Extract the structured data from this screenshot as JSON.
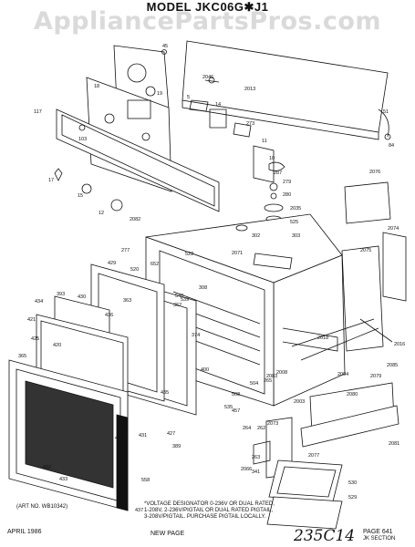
{
  "header": {
    "watermark": "AppliancePartsPros.com",
    "model_title": "MODEL JKC06G✱J1"
  },
  "callouts": [
    {
      "id": "45"
    },
    {
      "id": "2046"
    },
    {
      "id": "2013"
    },
    {
      "id": "18"
    },
    {
      "id": "19"
    },
    {
      "id": "5"
    },
    {
      "id": "14"
    },
    {
      "id": "273"
    },
    {
      "id": "10"
    },
    {
      "id": "11"
    },
    {
      "id": "51"
    },
    {
      "id": "84"
    },
    {
      "id": "117"
    },
    {
      "id": "103"
    },
    {
      "id": "287"
    },
    {
      "id": "279"
    },
    {
      "id": "280"
    },
    {
      "id": "2035"
    },
    {
      "id": "17"
    },
    {
      "id": "15"
    },
    {
      "id": "12"
    },
    {
      "id": "2076"
    },
    {
      "id": "525"
    },
    {
      "id": "2082"
    },
    {
      "id": "302"
    },
    {
      "id": "303"
    },
    {
      "id": "2074"
    },
    {
      "id": "277"
    },
    {
      "id": "522"
    },
    {
      "id": "2071"
    },
    {
      "id": "2075"
    },
    {
      "id": "429"
    },
    {
      "id": "520"
    },
    {
      "id": "652"
    },
    {
      "id": "393"
    },
    {
      "id": "430"
    },
    {
      "id": "540"
    },
    {
      "id": "539"
    },
    {
      "id": "362"
    },
    {
      "id": "308"
    },
    {
      "id": "434"
    },
    {
      "id": "363"
    },
    {
      "id": "421"
    },
    {
      "id": "436"
    },
    {
      "id": "374"
    },
    {
      "id": "425"
    },
    {
      "id": "420"
    },
    {
      "id": "2018"
    },
    {
      "id": "2016"
    },
    {
      "id": "365"
    },
    {
      "id": "400"
    },
    {
      "id": "2008"
    },
    {
      "id": "2004"
    },
    {
      "id": "2085"
    },
    {
      "id": "2079"
    },
    {
      "id": "2003"
    },
    {
      "id": "2083"
    },
    {
      "id": "2080"
    },
    {
      "id": "504"
    },
    {
      "id": "265"
    },
    {
      "id": "435"
    },
    {
      "id": "508"
    },
    {
      "id": "535"
    },
    {
      "id": "457"
    },
    {
      "id": "433"
    },
    {
      "id": "427"
    },
    {
      "id": "389"
    },
    {
      "id": "264"
    },
    {
      "id": "262"
    },
    {
      "id": "2073"
    },
    {
      "id": "2081"
    },
    {
      "id": "431"
    },
    {
      "id": "263"
    },
    {
      "id": "2077"
    },
    {
      "id": "2066"
    },
    {
      "id": "341"
    },
    {
      "id": "432"
    },
    {
      "id": "433"
    },
    {
      "id": "558"
    },
    {
      "id": "530"
    },
    {
      "id": "529"
    },
    {
      "id": "437"
    }
  ],
  "notes": {
    "art_no": "(ART NO. WB10342)",
    "voltage_lines": [
      "*VOLTAGE DESIGNATOR 0-236V OR DUAL RATED,",
      "1-208V, 2-236V/PIGTAIL OR DUAL RATED PIGTAIL,",
      "3-208V/PIGTAIL. PURCHASE PIGTAIL LOCALLY."
    ]
  },
  "footer": {
    "date": "APRIL 1986",
    "new_page": "NEW PAGE",
    "page": "PAGE 641",
    "section": "JK SECTION",
    "handwritten": "235C14"
  }
}
